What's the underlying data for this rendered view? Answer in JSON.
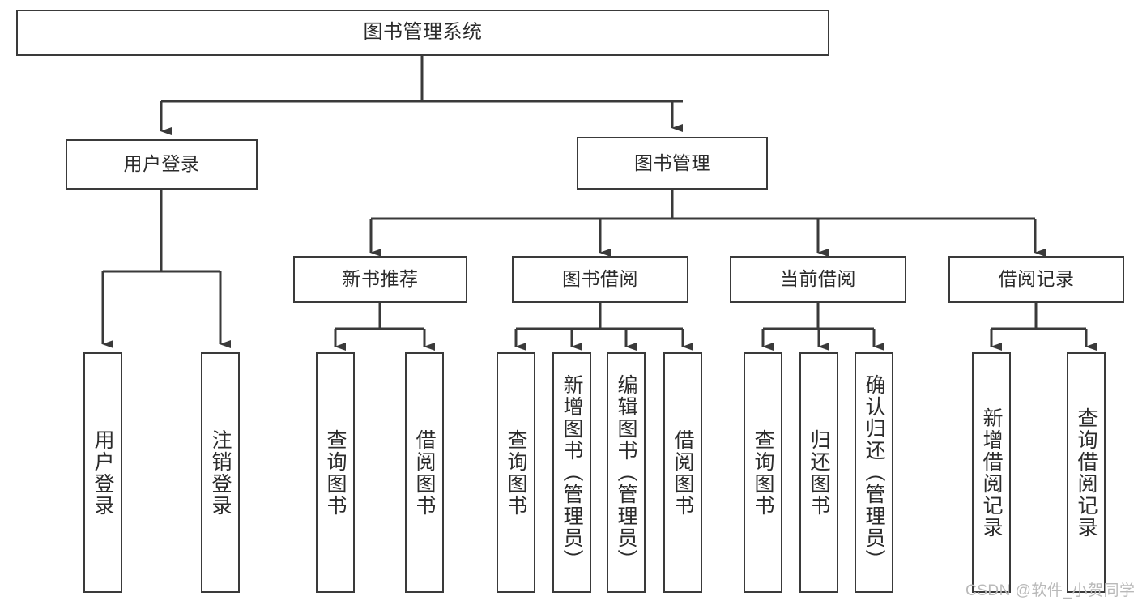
{
  "diagram": {
    "type": "tree-hierarchy",
    "title": "图书管理系统",
    "nodes": {
      "root": {
        "label": "图书管理系统"
      },
      "level2": [
        {
          "id": "user-login",
          "label": "用户登录"
        },
        {
          "id": "book-manage",
          "label": "图书管理"
        }
      ],
      "level3": [
        {
          "id": "new-book-recommend",
          "label": "新书推荐"
        },
        {
          "id": "book-borrow",
          "label": "图书借阅"
        },
        {
          "id": "current-borrow",
          "label": "当前借阅"
        },
        {
          "id": "borrow-record",
          "label": "借阅记录"
        }
      ],
      "leaves": [
        {
          "id": "leaf-user-login",
          "label": "用户登录",
          "parent": "user-login"
        },
        {
          "id": "leaf-logout-login",
          "label": "注销登录",
          "parent": "user-login"
        },
        {
          "id": "leaf-query-book-1",
          "label": "查询图书",
          "parent": "new-book-recommend"
        },
        {
          "id": "leaf-borrow-book-1",
          "label": "借阅图书",
          "parent": "new-book-recommend"
        },
        {
          "id": "leaf-query-book-2",
          "label": "查询图书",
          "parent": "book-borrow"
        },
        {
          "id": "leaf-add-book",
          "label": "新增图书（管理员）",
          "parent": "book-borrow"
        },
        {
          "id": "leaf-edit-book",
          "label": "编辑图书（管理员）",
          "parent": "book-borrow"
        },
        {
          "id": "leaf-borrow-book-2",
          "label": "借阅图书",
          "parent": "book-borrow"
        },
        {
          "id": "leaf-query-book-3",
          "label": "查询图书",
          "parent": "current-borrow"
        },
        {
          "id": "leaf-return-book",
          "label": "归还图书",
          "parent": "current-borrow"
        },
        {
          "id": "leaf-confirm-return",
          "label": "确认归还（管理员）",
          "parent": "current-borrow"
        },
        {
          "id": "leaf-add-record",
          "label": "新增借阅记录",
          "parent": "borrow-record"
        },
        {
          "id": "leaf-query-record",
          "label": "查询借阅记录",
          "parent": "borrow-record"
        }
      ]
    },
    "colors": {
      "stroke": "#3a3a3a",
      "fill": "#ffffff",
      "text": "#2b2b2b",
      "watermark": "#b9b9b9"
    }
  },
  "watermark": {
    "text": "CSDN @软件_小贺同学"
  }
}
